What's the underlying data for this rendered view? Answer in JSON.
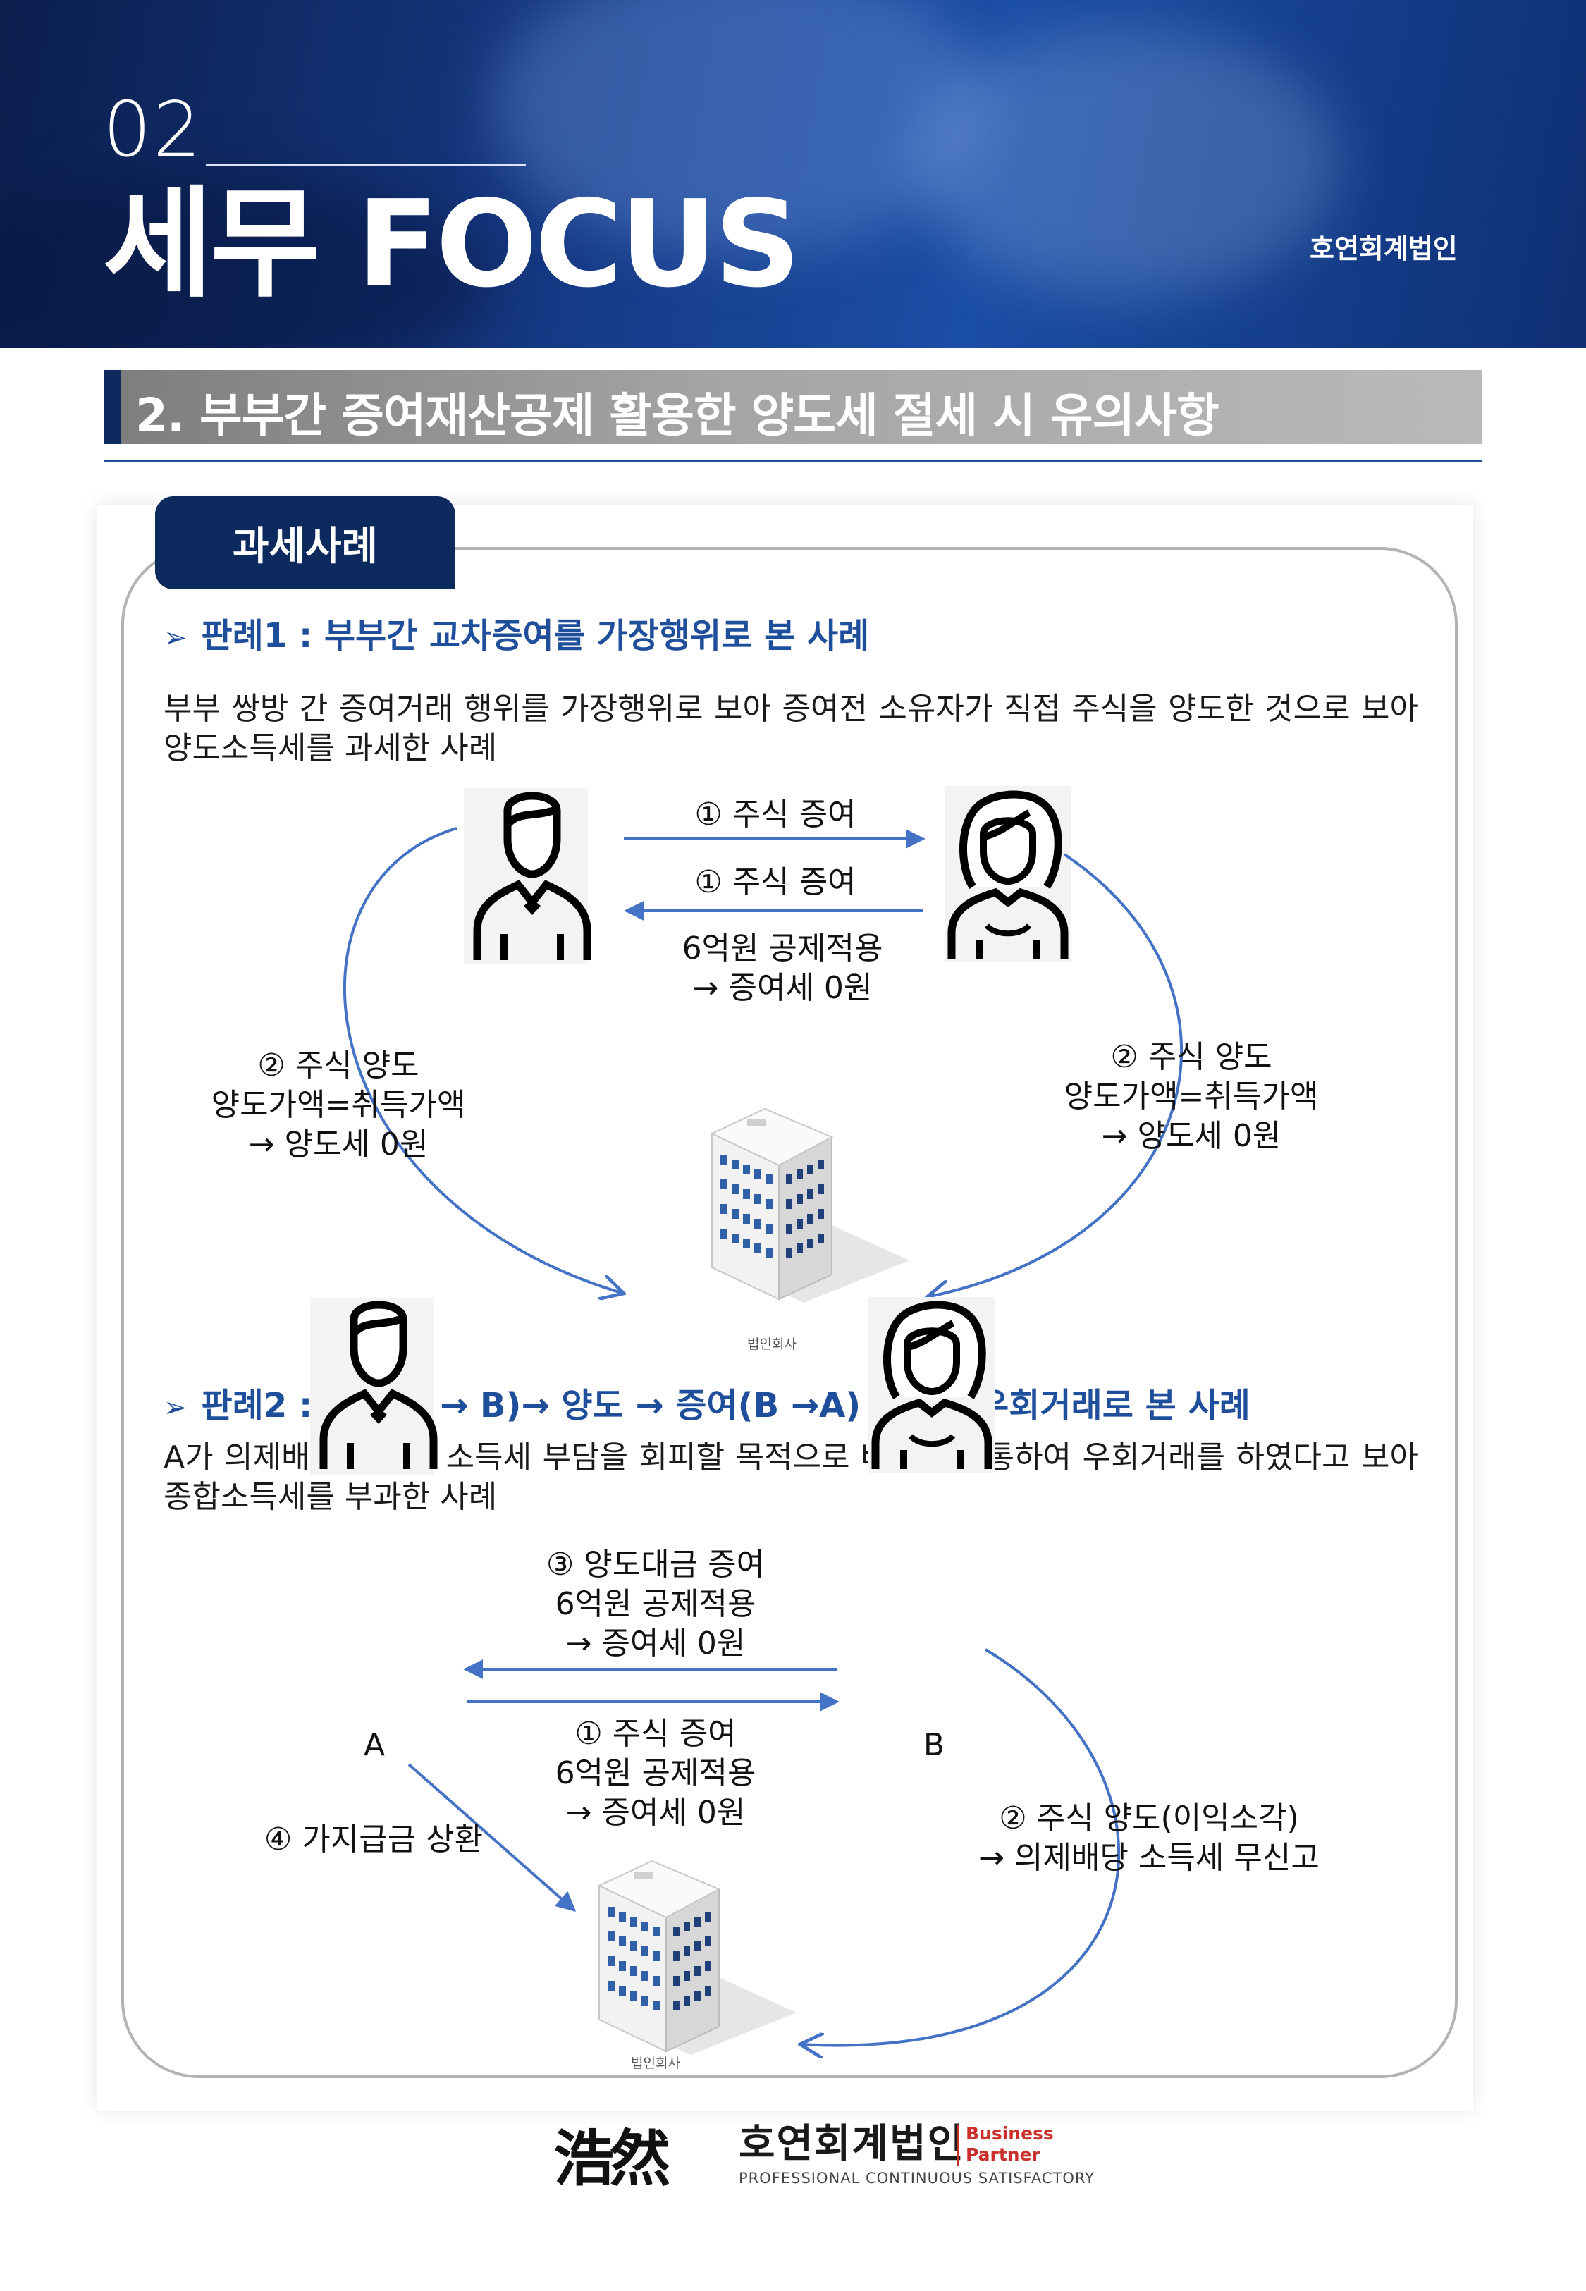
{
  "header": {
    "section_number": "02",
    "title": "세무 FOCUS",
    "firm": "호연회계법인"
  },
  "heading": "2. 부부간 증여재산공제 활용한 양도세 절세 시 유의사항",
  "tab_label": "과세사례",
  "case1": {
    "title": "판례1 : 부부간 교차증여를 가장행위로 본 사례",
    "description": "부부 쌍방 간 증여거래 행위를 가장행위로 보아 증여전 소유자가 직접 주식을 양도한 것으로 보아 양도소득세를 과세한 사례",
    "arrow_top": "① 주식 증여",
    "arrow_bottom": "① 주식 증여",
    "deduction_line1": "6억원 공제적용",
    "deduction_line2": "→ 증여세 0원",
    "left_line1": "② 주식 양도",
    "left_line2": "양도가액=취득가액",
    "left_line3": "→ 양도세 0원",
    "right_line1": "② 주식 양도",
    "right_line2": "양도가액=취득가액",
    "right_line3": "→ 양도세 0원",
    "company_label": "법인회사"
  },
  "case2": {
    "title": "판례2 : 증여(A → B)→ 양도 → 증여(B →A) 행위를 우회거래로 본 사례",
    "description": "A가 의제배당에 따른 소득세 부담을 회피할 목적으로 배우자를 통하여 우회거래를 하였다고 보아 종합소득세를 부과한 사례",
    "top_line1": "③ 양도대금 증여",
    "top_line2": "6억원 공제적용",
    "top_line3": "→ 증여세 0원",
    "bottom_line1": "① 주식 증여",
    "bottom_line2": "6억원 공제적용",
    "bottom_line3": "→ 증여세 0원",
    "person_a": "A",
    "person_b": "B",
    "repay": "④ 가지급금 상환",
    "right_line1": "② 주식 양도(이익소각)",
    "right_line2": "→ 의제배당 소득세 무신고",
    "company_label": "법인회사"
  },
  "footer": {
    "logo_mark": "浩然",
    "name": "호연회계법인",
    "bp_line1": "Business",
    "bp_line2": "Partner",
    "tagline": "PROFESSIONAL CONTINUOUS SATISFACTORY"
  },
  "colors": {
    "navy": "#0c2a5e",
    "accent_blue": "#1f4f9a",
    "arrow_blue": "#4472c4",
    "footer_red": "#c9302c"
  }
}
